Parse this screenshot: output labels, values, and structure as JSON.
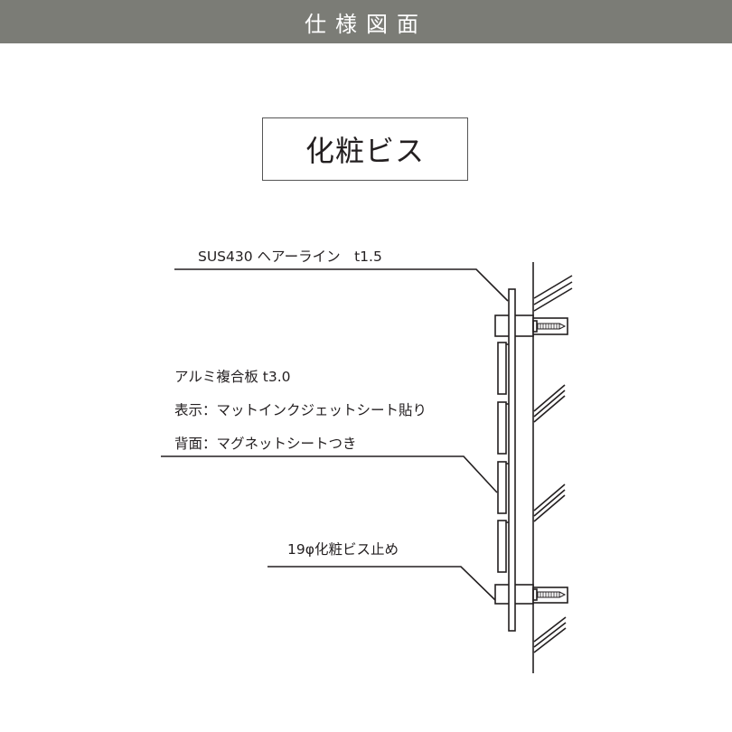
{
  "header": {
    "title": "仕様図面"
  },
  "product": {
    "title": "化粧ビス"
  },
  "annotations": {
    "face_plate": "SUS430 ヘアーライン　t1.5",
    "panel_line1": "アルミ複合板 t3.0",
    "panel_line2": "表示：マットインクジェットシート貼り",
    "panel_line3": "背面：マグネットシートつき",
    "screw": "19φ化粧ビス止め"
  },
  "colors": {
    "header_bg": "#7b7c76",
    "header_text": "#ffffff",
    "line": "#231f20"
  }
}
